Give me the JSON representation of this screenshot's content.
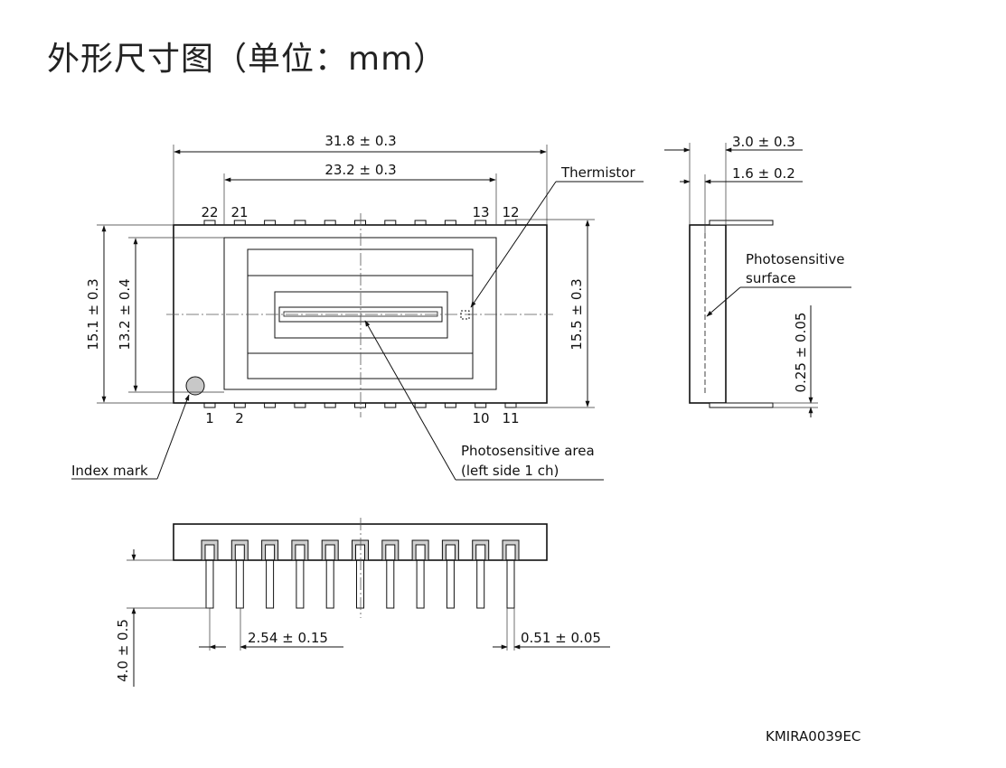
{
  "title": "外形尺寸图（单位：mm）",
  "top_view": {
    "dims": {
      "overall_length": "31.8 ± 0.3",
      "inner_length": "23.2 ± 0.3",
      "overall_width": "15.1 ± 0.3",
      "inner_width": "13.2 ± 0.4",
      "right_width": "15.5 ± 0.3"
    },
    "pin_labels": {
      "top_left_outer": "22",
      "top_left_inner": "21",
      "top_right_inner": "13",
      "top_right_outer": "12",
      "bottom_left_outer": "1",
      "bottom_left_inner": "2",
      "bottom_right_inner": "10",
      "bottom_right_outer": "11"
    },
    "callouts": {
      "thermistor": "Thermistor",
      "index_mark": "Index mark",
      "photo_area_line1": "Photosensitive area",
      "photo_area_line2": "(left side 1 ch)"
    }
  },
  "side_view": {
    "dims": {
      "thickness": "3.0 ± 0.3",
      "surface_depth": "1.6 ± 0.2",
      "lead_thickness": "0.25 ± 0.05"
    },
    "callouts": {
      "surface_line1": "Photosensitive",
      "surface_line2": "surface"
    }
  },
  "front_view": {
    "dims": {
      "lead_length": "4.0 ± 0.5",
      "pitch": "2.54 ± 0.15",
      "lead_width": "0.51 ± 0.05"
    }
  },
  "drawing_code": "KMIRA0039EC"
}
